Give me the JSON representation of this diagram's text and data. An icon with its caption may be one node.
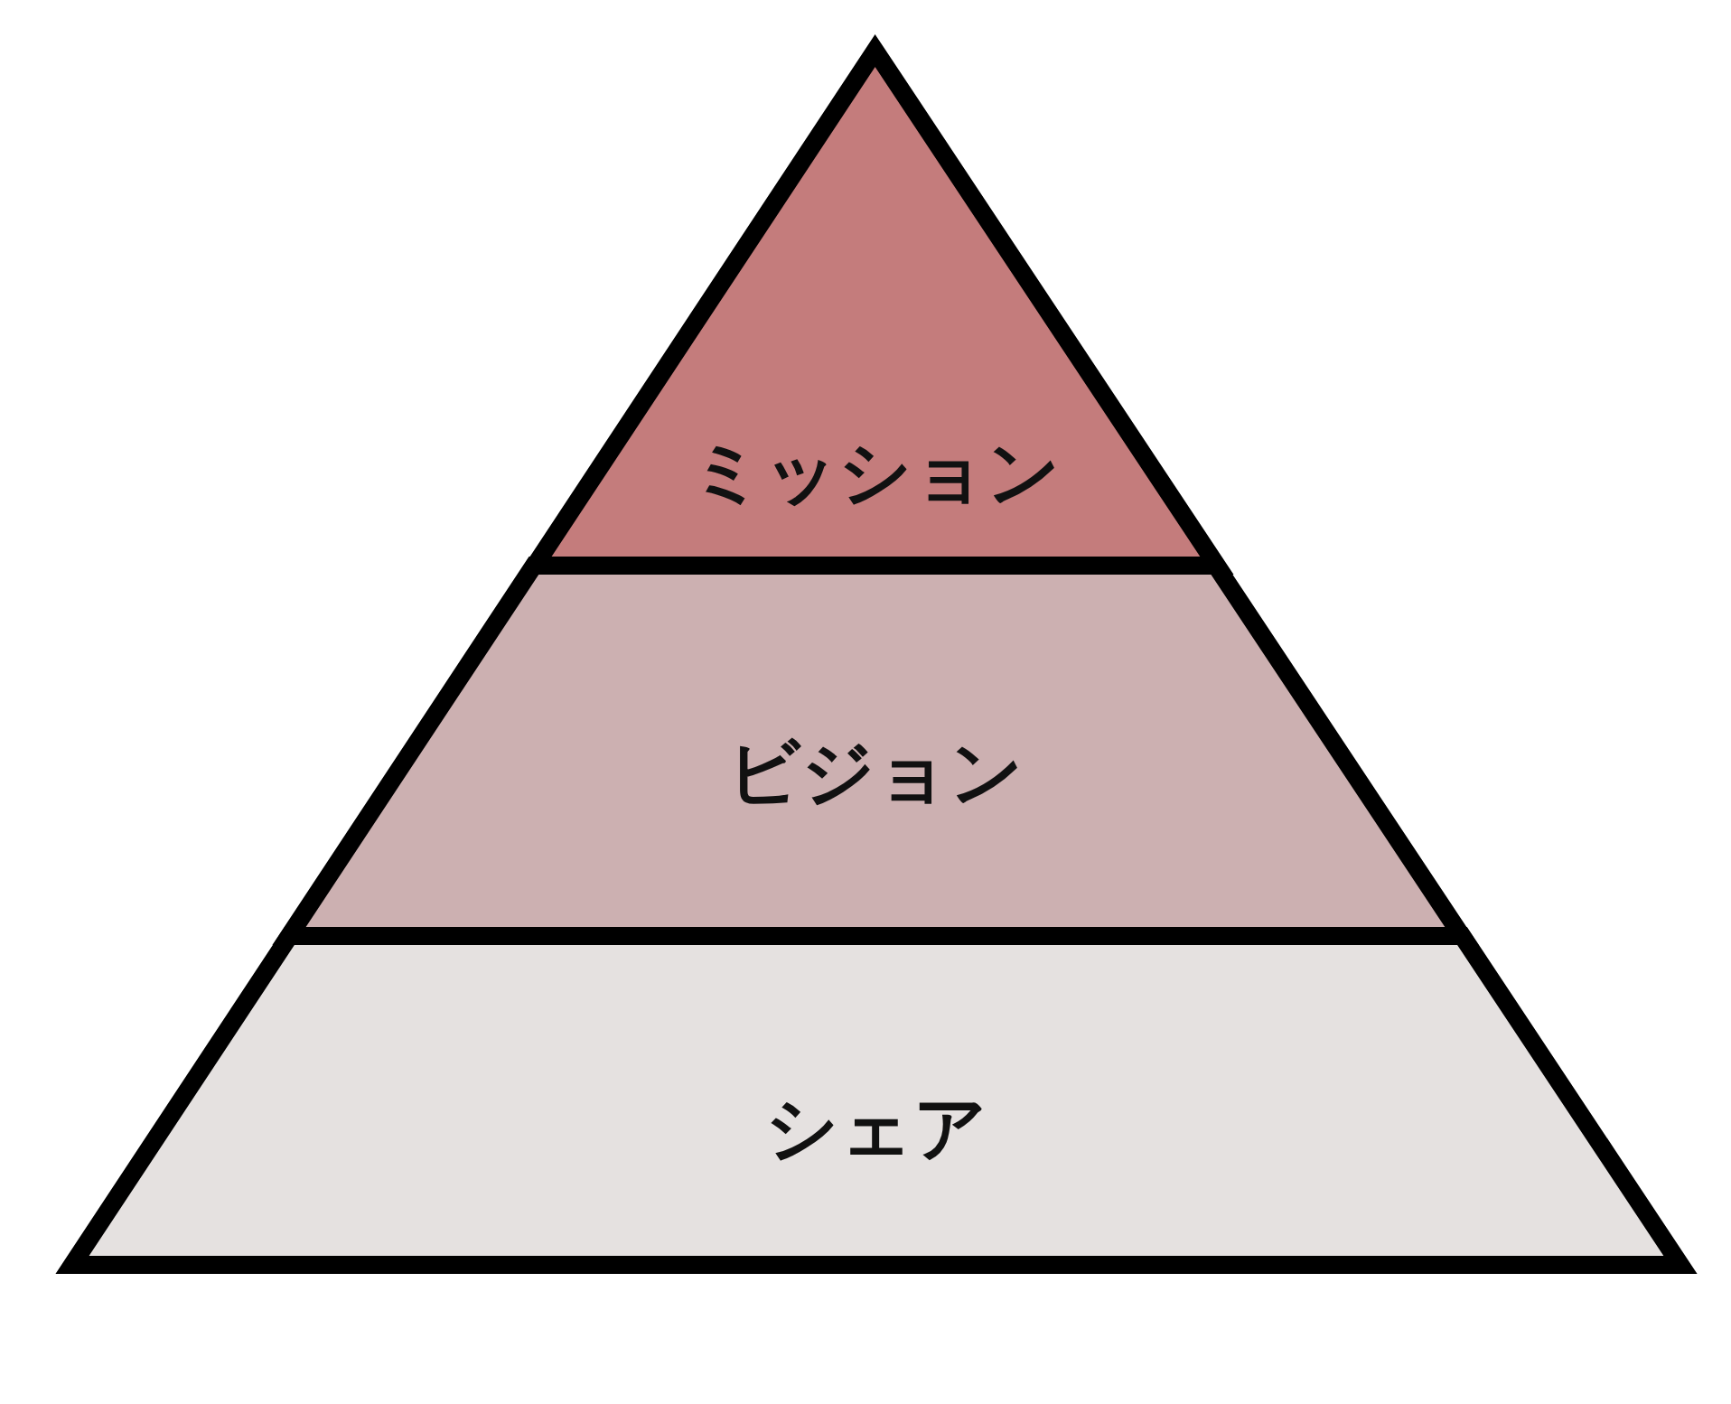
{
  "diagram": {
    "nodes": [
      {
        "text": [
          "ミッション"
        ]
      },
      {
        "text": [
          "ビジョン"
        ]
      },
      {
        "text": [
          "シェア"
        ]
      }
    ]
  }
}
